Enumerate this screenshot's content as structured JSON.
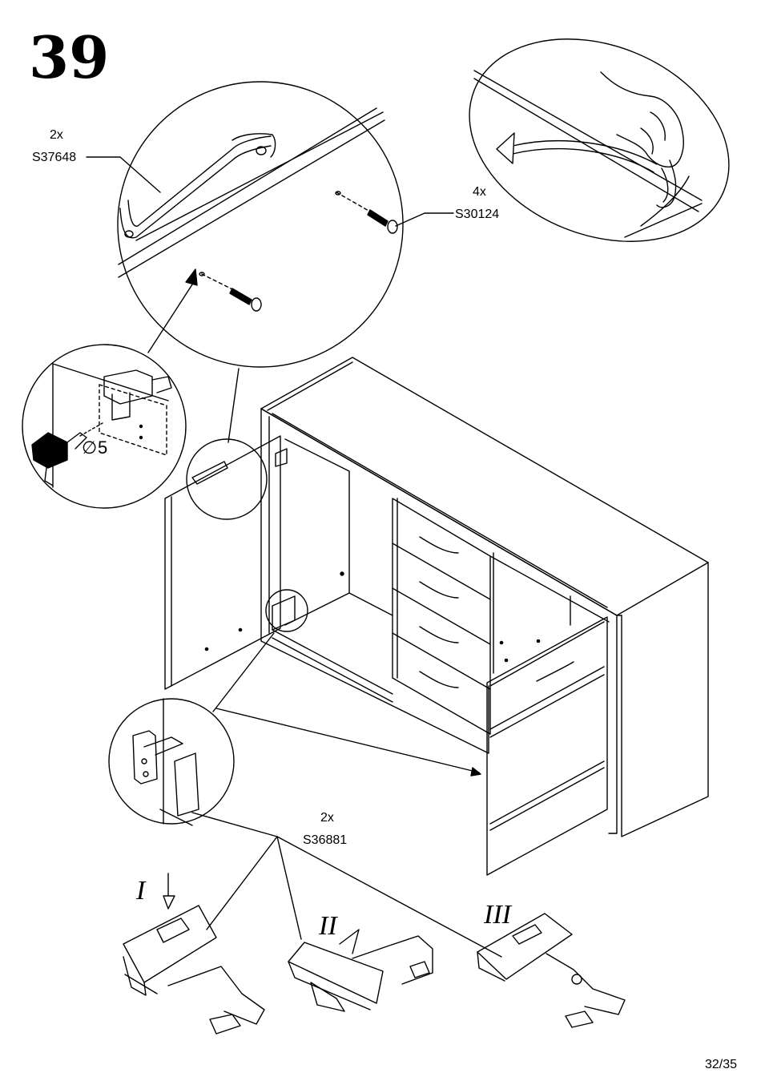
{
  "step_number": "39",
  "callouts": {
    "handle": {
      "qty": "2x",
      "part": "S37648"
    },
    "screw": {
      "qty": "4x",
      "part": "S30124"
    },
    "drill": {
      "symbol": "∅",
      "size": "5"
    },
    "hinge": {
      "qty": "2x",
      "part": "S36881"
    }
  },
  "hinge_steps": [
    "I",
    "II",
    "III"
  ],
  "page_number": "32/35",
  "icons": [
    "drill-icon",
    "hand-peel-icon",
    "arrow-icon",
    "screw-icon",
    "handle-icon",
    "hinge-icon"
  ]
}
